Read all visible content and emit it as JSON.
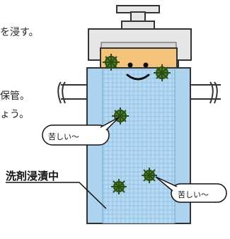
{
  "text_fragments": {
    "line1": "を浸す。",
    "line2": "保管。",
    "line3": "ょう。"
  },
  "label": "洗剤浸漬中",
  "bubbles": {
    "left": "苦しい～",
    "right": "苦しい～"
  },
  "colors": {
    "filter_blue": "#aed3ee",
    "filter_dark": "#7fb7dd",
    "housing_gray": "#e6e6e6",
    "cap_orange": "#f3c27b",
    "germ_green": "#4f7f2c"
  }
}
